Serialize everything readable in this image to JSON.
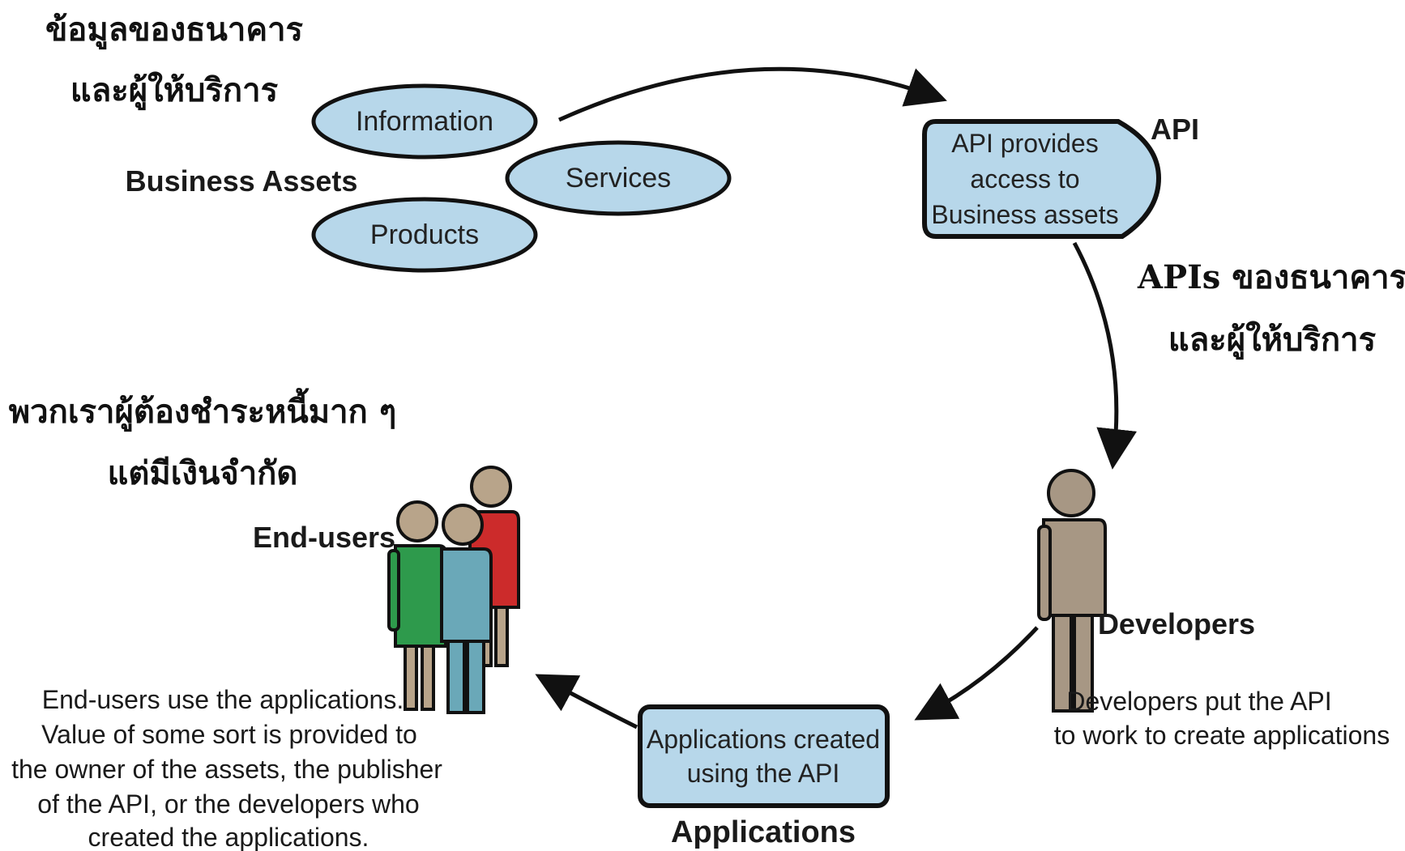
{
  "thai_annotations": {
    "bank_data_line1": "ข้อมูลของธนาคาร",
    "bank_data_line2": "และผู้ให้บริการ",
    "bank_apis_line1": "APIs ของธนาคาร",
    "bank_apis_line2": "และผู้ให้บริการ",
    "debtors_line1": "พวกเราผู้ต้องชำระหนี้มาก ๆ",
    "debtors_line2": "แต่มีเงินจำกัด"
  },
  "business_assets": {
    "title": "Business Assets",
    "items": [
      "Information",
      "Services",
      "Products"
    ]
  },
  "api": {
    "title": "API",
    "box_lines": [
      "API provides",
      "access to",
      "Business assets"
    ]
  },
  "developers": {
    "title": "Developers",
    "caption_lines": [
      "Developers put the API",
      "to work to create applications"
    ]
  },
  "applications": {
    "title": "Applications",
    "box_lines": [
      "Applications created",
      "using the API"
    ]
  },
  "end_users": {
    "title": "End-users",
    "caption_lines": [
      "End-users use the applications.",
      "Value of some sort is provided to",
      "the owner of the assets, the publisher",
      "of the API, or the developers who",
      "created the applications."
    ]
  },
  "colors": {
    "shape_fill": "#b7d7ea",
    "shape_stroke": "#111111",
    "person_developer": "#a79784",
    "person_green": "#2e9a4c",
    "person_teal": "#6aa8b8",
    "person_red": "#cc2b2b",
    "person_skin": "#b8a48a"
  }
}
